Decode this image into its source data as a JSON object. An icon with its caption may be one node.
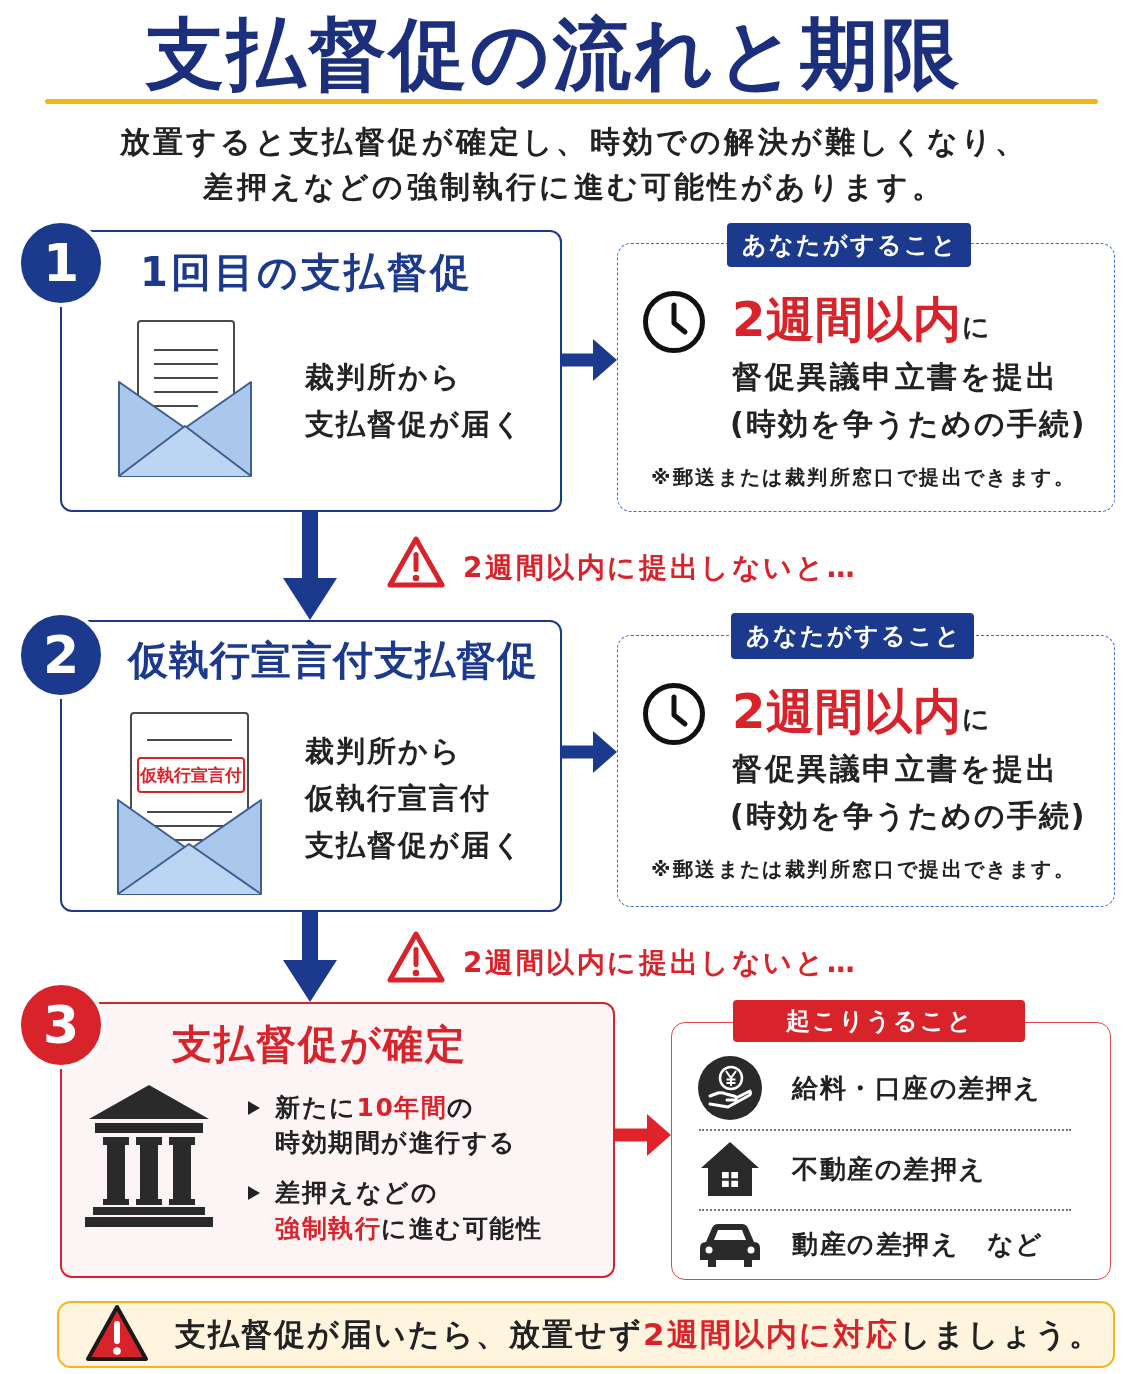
{
  "diagram": {
    "title": "支払督促の流れと期限",
    "nodes": [
      {
        "text": [
          "1"
        ]
      },
      {
        "text": [
          "1回目の支払督促",
          "裁判所から支払督促が届く"
        ]
      },
      {
        "text": [
          "あなたがすること",
          "**2週間以内**に",
          "督促異議申立書を提出",
          "(時効を争うための手続)",
          "※郵送または裁判所窓口で提出できます。"
        ]
      },
      {
        "text": [
          "2"
        ]
      },
      {
        "text": [
          "仮執行宣言付支払督促",
          "裁判所から仮執行宣言付支払督促が届く"
        ]
      },
      {
        "text": [
          "仮執行宣言付"
        ],
        "in": 4
      },
      {
        "text": [
          "あなたがすること",
          "**2週間以内**に",
          "督促異議申立書を提出",
          "(時効を争うための手続)",
          "※郵送または裁判所窓口で提出できます。"
        ]
      },
      {
        "text": [
          "3"
        ]
      },
      {
        "text": [
          "支払督促が確定",
          "新たに**10年間**の時効期間が進行する",
          "差押えなどの**強制執行**に進む可能性"
        ]
      },
      {
        "text": [
          "起こりうること",
          "給料・口座の差押え",
          "不動産の差押え",
          "動産の差押え　など"
        ]
      },
      {
        "text": [
          "支払督促が届いたら、放置せず**2週間以内に対応**しましょう。"
        ]
      }
    ],
    "edges": [
      {
        "from": 1,
        "to": 2,
        "arrow": "to"
      },
      {
        "from": 1,
        "to": 4,
        "arrow": "to"
      },
      {
        "from": 4,
        "to": 6,
        "arrow": "to"
      },
      {
        "from": 4,
        "to": 8,
        "arrow": "to"
      },
      {
        "from": 8,
        "to": 9,
        "arrow": "to",
        "color": "#e0232b"
      }
    ],
    "labels": [
      "放置すると支払督促が確定し、時効での解決が難しくなり、差押えなどの強制執行に進む可能性があります。",
      "2週間以内に提出しないと…",
      "2週間以内に提出しないと…"
    ]
  }
}
